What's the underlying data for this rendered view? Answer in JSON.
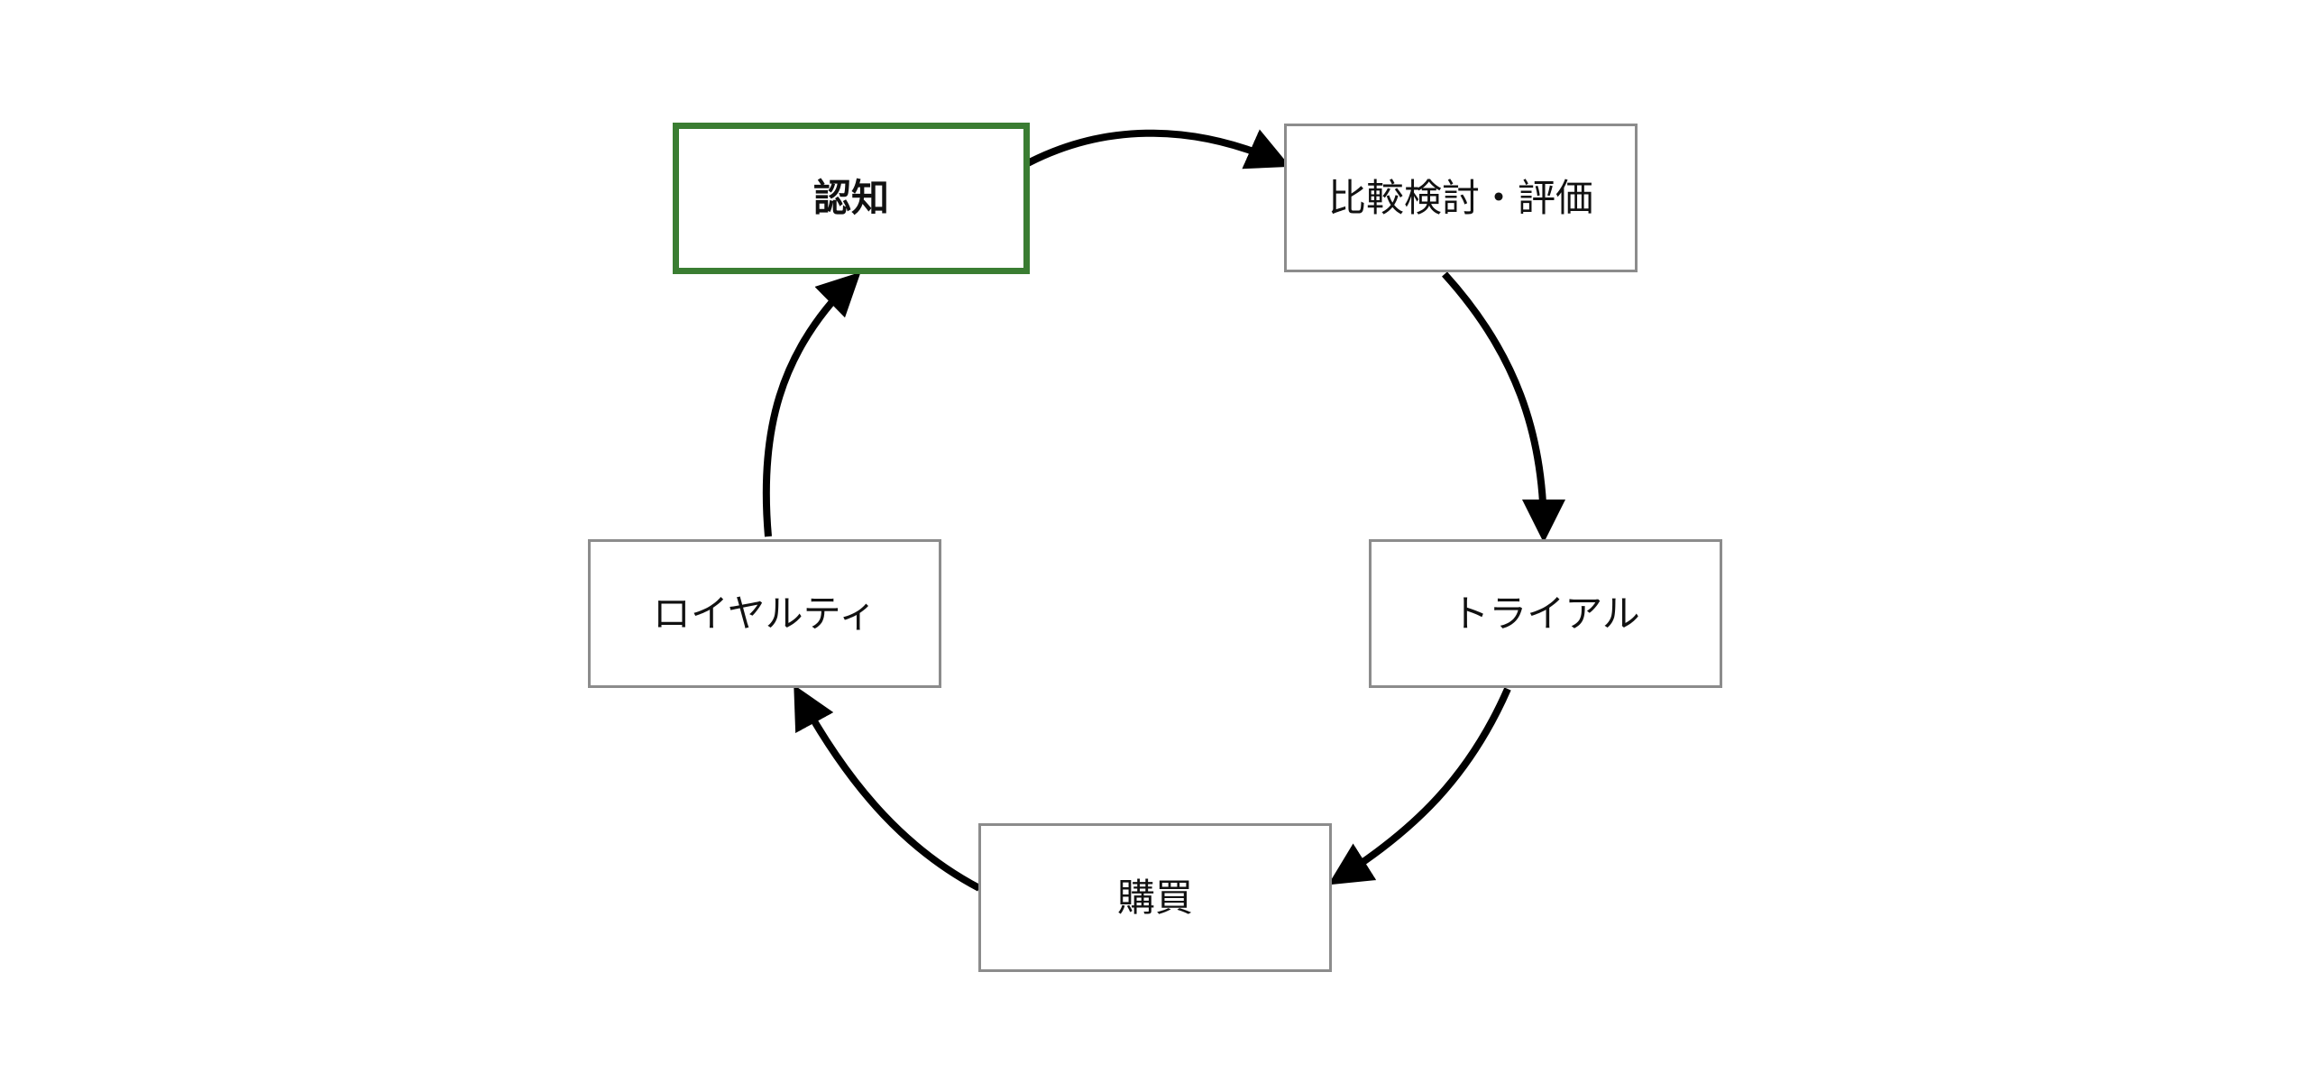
{
  "diagram": {
    "type": "cycle",
    "nodes": [
      {
        "id": "awareness",
        "label": "認知",
        "highlighted": true
      },
      {
        "id": "compare",
        "label": "比較検討・評価",
        "highlighted": false
      },
      {
        "id": "trial",
        "label": "トライアル",
        "highlighted": false
      },
      {
        "id": "purchase",
        "label": "購買",
        "highlighted": false
      },
      {
        "id": "loyalty",
        "label": "ロイヤルティ",
        "highlighted": false
      }
    ],
    "edges": [
      {
        "from": "awareness",
        "to": "compare"
      },
      {
        "from": "compare",
        "to": "trial"
      },
      {
        "from": "trial",
        "to": "purchase"
      },
      {
        "from": "purchase",
        "to": "loyalty"
      },
      {
        "from": "loyalty",
        "to": "awareness"
      }
    ],
    "colors": {
      "highlight_border": "#3a7d32",
      "node_border": "#8c8c8c",
      "arrow": "#000000",
      "background": "#ffffff"
    }
  }
}
